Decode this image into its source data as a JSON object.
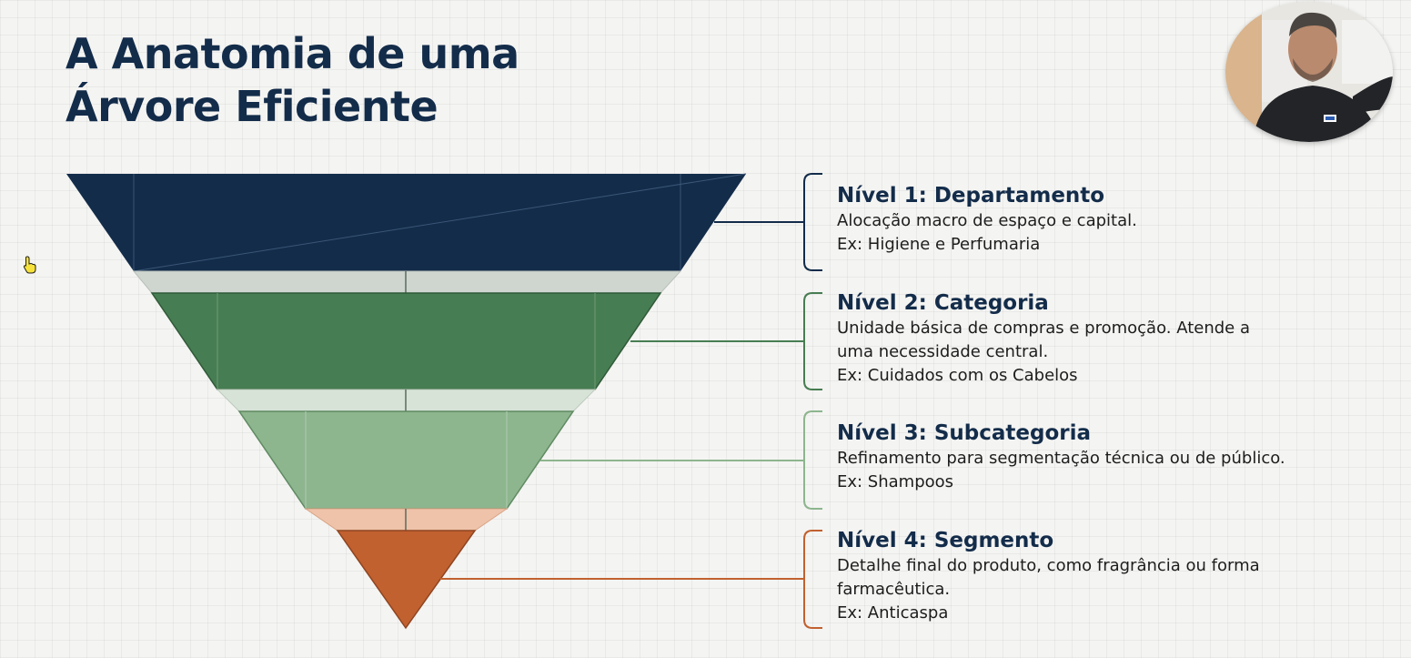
{
  "slide": {
    "title_line1": "A Anatomia de uma",
    "title_line2": "Árvore Eficiente"
  },
  "levels": [
    {
      "title": "Nível 1: Departamento",
      "description_lines": [
        "Alocação macro de espaço e capital."
      ],
      "example": "Ex: Higiene e Perfumaria",
      "color": "#132c4a"
    },
    {
      "title": "Nível 2: Categoria",
      "description_lines": [
        "Unidade básica de compras e promoção. Atende a",
        "uma necessidade central."
      ],
      "example": "Ex: Cuidados com os Cabelos",
      "color": "#477d52"
    },
    {
      "title": "Nível 3: Subcategoria",
      "description_lines": [
        "Refinamento para segmentação técnica ou de público."
      ],
      "example": "Ex: Shampoos",
      "color": "#8db58e"
    },
    {
      "title": "Nível 4: Segmento",
      "description_lines": [
        "Detalhe final do produto, como fragrância ou forma",
        "farmacêutica."
      ],
      "example": "Ex: Anticaspa",
      "color": "#c1612f"
    }
  ],
  "colors": {
    "title": "#132c4a",
    "background": "#f4f4f2",
    "level1": "#132c4a",
    "level2": "#477d52",
    "level3": "#8db58e",
    "level4": "#c1612f"
  },
  "icons": {
    "cursor": "hand-pointer-icon",
    "webcam": "presenter-webcam"
  }
}
